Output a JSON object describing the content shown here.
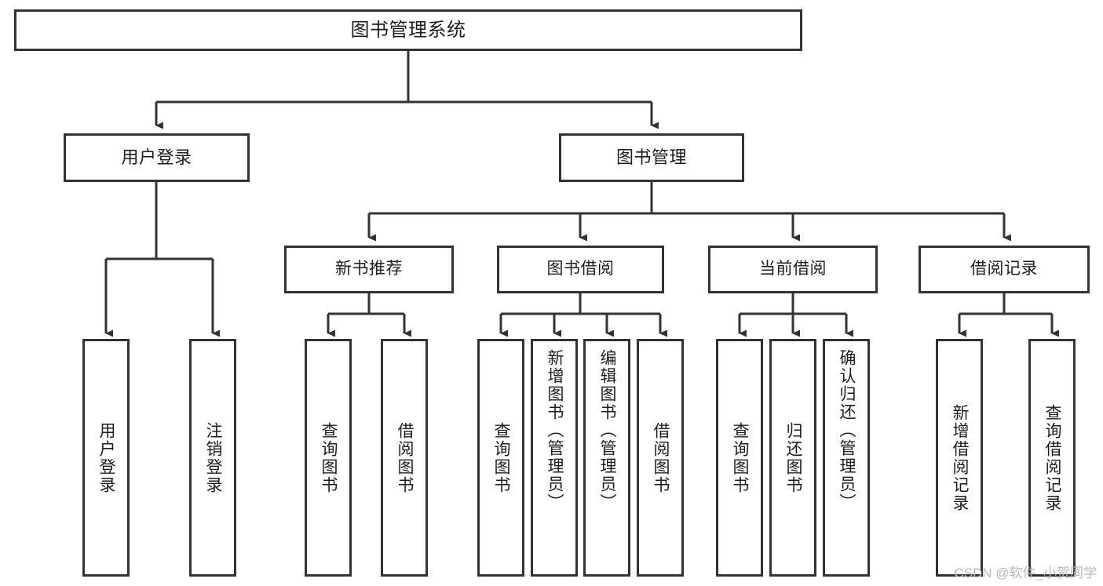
{
  "diagram": {
    "title": "图书管理系统",
    "type": "tree",
    "orientation": "top-down",
    "colors": {
      "box_border": "#333333",
      "box_fill": "#ffffff",
      "connector": "#333333",
      "text": "#1d1d1d",
      "watermark": "#b9b9b9"
    },
    "root": {
      "label": "图书管理系统"
    },
    "level1": [
      {
        "label": "用户登录"
      },
      {
        "label": "图书管理"
      }
    ],
    "level2": [
      {
        "label": "新书推荐"
      },
      {
        "label": "图书借阅"
      },
      {
        "label": "当前借阅"
      },
      {
        "label": "借阅记录"
      }
    ],
    "leaves": {
      "user_login": [
        {
          "label": "用户登录"
        },
        {
          "label": "注销登录"
        }
      ],
      "new_book_recommend": [
        {
          "label": "查询图书"
        },
        {
          "label": "借阅图书"
        }
      ],
      "book_borrow": [
        {
          "label": "查询图书"
        },
        {
          "label": "新增图书（管理员）"
        },
        {
          "label": "编辑图书（管理员）"
        },
        {
          "label": "借阅图书"
        }
      ],
      "current_borrow": [
        {
          "label": "查询图书"
        },
        {
          "label": "归还图书"
        },
        {
          "label": "确认归还（管理员）"
        }
      ],
      "borrow_records": [
        {
          "label": "新增借阅记录"
        },
        {
          "label": "查询借阅记录"
        }
      ]
    }
  },
  "watermark": {
    "text": "CSDN @软件_小贺同学"
  }
}
